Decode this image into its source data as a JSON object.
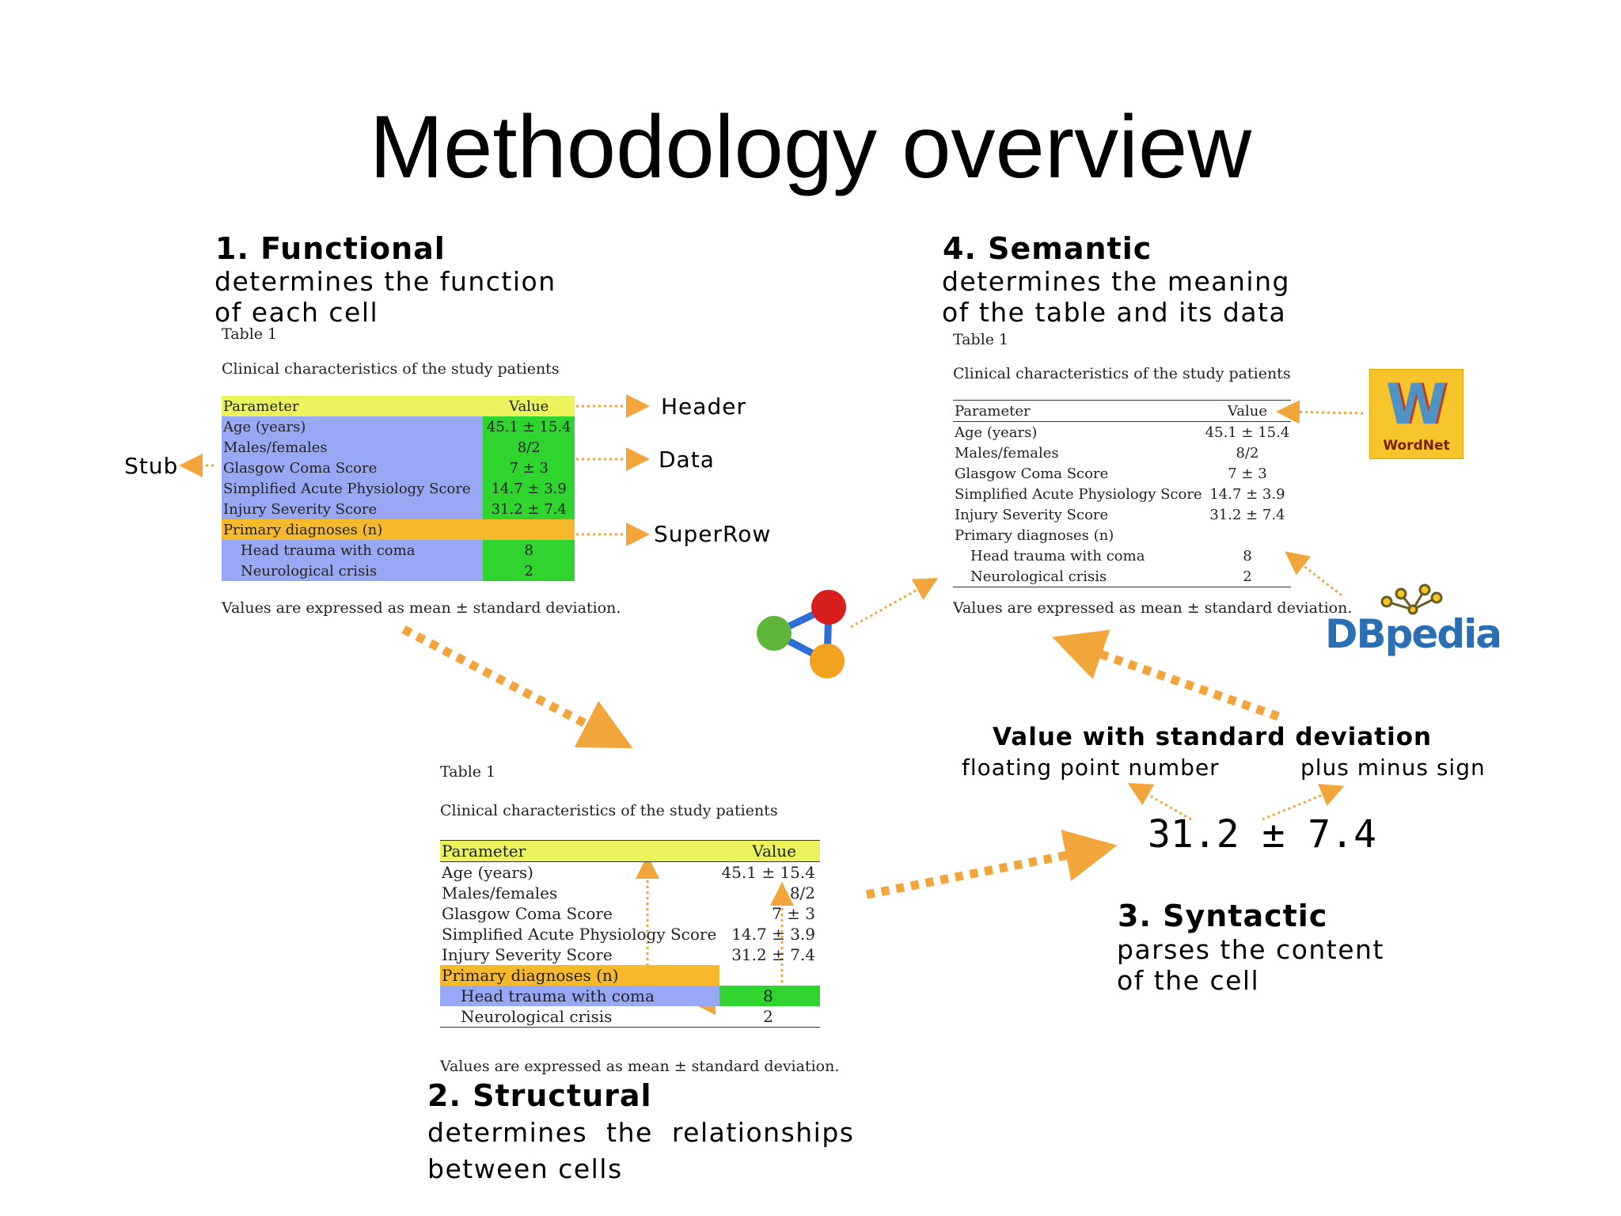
{
  "slide": {
    "title": "Methodology overview"
  },
  "steps": {
    "functional": {
      "heading": "1. Functional",
      "line1": "determines the function",
      "line2": "of each cell"
    },
    "semantic": {
      "heading": "4. Semantic",
      "line1": "determines the meaning",
      "line2": "of the table and its data"
    },
    "syntactic": {
      "heading": "3. Syntactic",
      "line1": "parses the content",
      "line2": "of the cell"
    },
    "structural": {
      "heading": "2. Structural",
      "line1": "determines  the  relationships",
      "line2": "between cells"
    }
  },
  "table": {
    "label": "Table 1",
    "caption": "Clinical characteristics of the study patients",
    "col_parameter": "Parameter",
    "col_value": "Value",
    "rows": [
      {
        "param": "Age (years)",
        "value": "45.1 ± 15.4"
      },
      {
        "param": "Males/females",
        "value": "8/2"
      },
      {
        "param": "Glasgow Coma Score",
        "value": "7 ± 3"
      },
      {
        "param": "Simplified Acute Physiology Score",
        "value": "14.7 ± 3.9"
      },
      {
        "param": "Injury Severity Score",
        "value": "31.2 ± 7.4"
      }
    ],
    "superrow": "Primary diagnoses (n)",
    "subrows": [
      {
        "param": "Head trauma with coma",
        "value": "8"
      },
      {
        "param": "Neurological crisis",
        "value": "2"
      }
    ],
    "footnote": "Values are expressed as mean ± standard deviation."
  },
  "annotations": {
    "header": "Header",
    "data": "Data",
    "stub": "Stub",
    "superrow": "SuperRow"
  },
  "syntactic_example": {
    "heading": "Value with standard deviation",
    "left_label": "floating point number",
    "right_label": "plus minus sign",
    "value": "31.2 ± 7.4"
  },
  "logos": {
    "wordnet": "WordNet",
    "dbpedia": "DBpedia"
  },
  "colors": {
    "header": "#eaf25c",
    "stub": "#99a8f5",
    "data": "#2fd42f",
    "superrow": "#f6b92b",
    "arrow": "#f2a53a"
  }
}
